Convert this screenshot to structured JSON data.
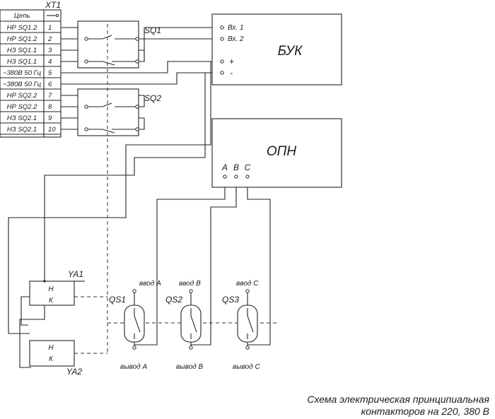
{
  "terminal_block": {
    "title": "XT1",
    "header": "Цепь",
    "rows": [
      {
        "label": "НР SQ1.2",
        "num": "1"
      },
      {
        "label": "НР SQ1.2",
        "num": "2"
      },
      {
        "label": "НЗ SQ1.1",
        "num": "3"
      },
      {
        "label": "НЗ SQ1.1",
        "num": "4"
      },
      {
        "label": "~380В 50 Гц",
        "num": "5"
      },
      {
        "label": "~380В 50 Гц",
        "num": "6"
      },
      {
        "label": "НР SQ2.2",
        "num": "7"
      },
      {
        "label": "НР SQ2.2",
        "num": "8"
      },
      {
        "label": "НЗ SQ2.1",
        "num": "9"
      },
      {
        "label": "НЗ SQ2.1",
        "num": "10"
      }
    ]
  },
  "switches": {
    "sq1": "SQ1",
    "sq2": "SQ2"
  },
  "buk": {
    "title": "БУК",
    "inputs": [
      "Вх. 1",
      "Вх. 2"
    ],
    "plus": "+",
    "minus": "-"
  },
  "opn": {
    "title": "ОПН",
    "phases": [
      "A",
      "B",
      "C"
    ]
  },
  "solenoids": [
    {
      "name": "YA1",
      "top": "Н",
      "bottom": "К"
    },
    {
      "name": "YA2",
      "top": "Н",
      "bottom": "К"
    }
  ],
  "contactors": [
    {
      "name": "QS1",
      "input": "ввод А",
      "output": "вывод А"
    },
    {
      "name": "QS2",
      "input": "ввод В",
      "output": "вывод В"
    },
    {
      "name": "QS3",
      "input": "ввод С",
      "output": "вывод С"
    }
  ],
  "caption": {
    "line1": "Схема электрическая принципиальная",
    "line2": "контакторов на 220, 380 В"
  }
}
